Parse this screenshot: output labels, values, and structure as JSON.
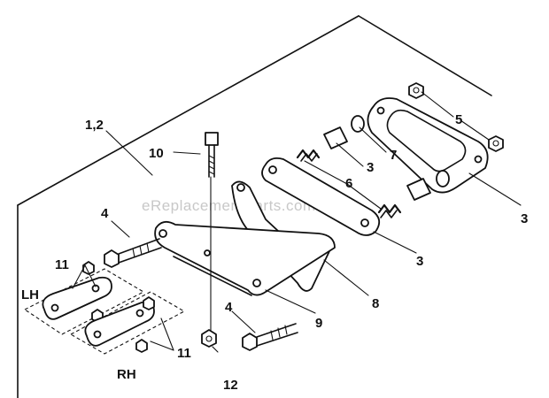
{
  "watermark": "eReplacementParts.com",
  "labels": {
    "assembly": "1,2",
    "bolt_top": "10",
    "bolt_left": "4",
    "bolt_bottom": "4",
    "nut_top": "5",
    "hardware_left": "11",
    "hardware_right": "11",
    "spring_shaft": "7",
    "spacer_upper": "3",
    "spring": "6",
    "plate_right": "3",
    "plate_center": "3",
    "bracket": "8",
    "link": "9",
    "nut_bottom": "12"
  },
  "sides": {
    "left": "LH",
    "right": "RH"
  }
}
